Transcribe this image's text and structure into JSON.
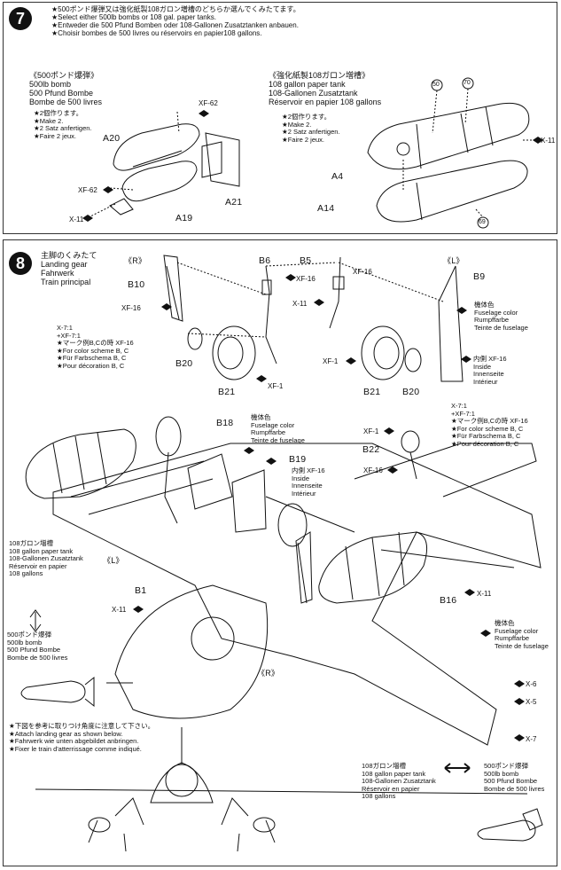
{
  "step7": {
    "number": "7",
    "intro": [
      "★500ポンド爆弾又は強化紙製108ガロン増槽のどちらか選んでくみたてます。",
      "★Select either 500lb bombs or 108 gal. paper tanks.",
      "★Entweder die 500 Pfund Bomben oder 108-Gallonen Zusatztanken anbauen.",
      "★Choisir bombes de 500 livres ou réservoirs en papier108 gallons."
    ],
    "bomb": {
      "title": [
        "《500ポンド爆弾》",
        "500lb bomb",
        "500 Pfund Bombe",
        "Bombe de 500 livres"
      ],
      "make": [
        "★2個作ります。",
        "★Make 2.",
        "★2 Satz anfertigen.",
        "★Faire 2 jeux."
      ]
    },
    "tank": {
      "title": [
        "《強化紙製108ガロン増槽》",
        "108 gallon paper tank",
        "108-Gallonen Zusatztank",
        "Réservoir en papier 108 gallons"
      ],
      "make": [
        "★2個作ります。",
        "★Make 2.",
        "★2 Satz anfertigen.",
        "★Faire 2 jeux."
      ]
    },
    "parts": {
      "a20": "A20",
      "a21": "A21",
      "a19": "A19",
      "a4": "A4",
      "a14": "A14"
    },
    "paints": {
      "xf62a": "XF-62",
      "xf62b": "XF-62",
      "x11a": "X-11",
      "x11b": "X-11"
    },
    "callouts": {
      "c50": "50",
      "c70": "70",
      "c69": "69"
    }
  },
  "step8": {
    "number": "8",
    "title": [
      "主脚のくみたて",
      "Landing gear",
      "Fahrwerk",
      "Train principal"
    ],
    "side_r_top": "《R》",
    "side_l_top": "《L》",
    "side_l_mid": "《L》",
    "side_r_mid": "《R》",
    "parts": {
      "b6": "B6",
      "b5": "B5",
      "b10": "B10",
      "b9": "B9",
      "b20a": "B20",
      "b21a": "B21",
      "b21b": "B21",
      "b20b": "B20",
      "b18": "B18",
      "b19": "B19",
      "b22": "B22",
      "b1": "B1",
      "b16": "B16"
    },
    "paints": {
      "xf16a": "XF-16",
      "xf16b": "XF-16",
      "x11a": "X-11",
      "xf16c": "XF-16",
      "xf1a": "XF-1",
      "xf1b": "XF-1",
      "xf1c": "XF-1",
      "xf16d": "XF-16",
      "x11b": "X-11",
      "x11c": "X-11",
      "x6": "X-6",
      "x5": "X-5",
      "x7": "X-7"
    },
    "mix_left": [
      "X-7:1",
      "+XF-7:1",
      "★マーク例B,Cの時 XF-16",
      "★For color scheme B, C",
      "★Für Farbschema B, C",
      "★Pour décoration B, C"
    ],
    "mix_right": [
      "X-7:1",
      "+XF-7:1",
      "★マーク例B,Cの時 XF-16",
      "★For color scheme B, C",
      "★Für Farbschema B, C",
      "★Pour décoration B, C"
    ],
    "fuselage_color_a": [
      "機体色",
      "Fuselage color",
      "Rumpffarbe",
      "Teinte de fuselage"
    ],
    "fuselage_color_b": [
      "機体色",
      "Fuselage color",
      "Rumpffarbe",
      "Teinte de fuselage"
    ],
    "fuselage_color_c": [
      "機体色",
      "Fuselage color",
      "Rumpffarbe",
      "Teinte de fuselage"
    ],
    "inside_a": [
      "内側 XF-16",
      "Inside",
      "Innenseite",
      "Intérieur"
    ],
    "inside_b": [
      "内側 XF-16",
      "Inside",
      "Innenseite",
      "Intérieur"
    ],
    "tank_left": [
      "108ガロン増槽",
      "108 gallon paper tank",
      "108-Gallonen Zusatztank",
      "Réservoir en papier",
      "108 gallons"
    ],
    "bomb_left": [
      "500ポンド爆弾",
      "500lb bomb",
      "500 Pfund Bombe",
      "Bombe de 500 livres"
    ],
    "attach_note": [
      "★下図を参考に取りつけ角度に注意して下さい。",
      "★Attach landing gear as shown below.",
      "★Fahrwerk wie unten abgebildet anbringen.",
      "★Fixer le train d'atterrissage comme indiqué."
    ],
    "tank_bottom": [
      "108ガロン増槽",
      "108 gallon paper tank",
      "108-Gallonen Zusatztank",
      "Réservoir en papier",
      "108 gallons"
    ],
    "bomb_bottom": [
      "500ポンド爆弾",
      "500lb bomb",
      "500 Pfund Bombe",
      "Bombe de 500 livres"
    ]
  }
}
